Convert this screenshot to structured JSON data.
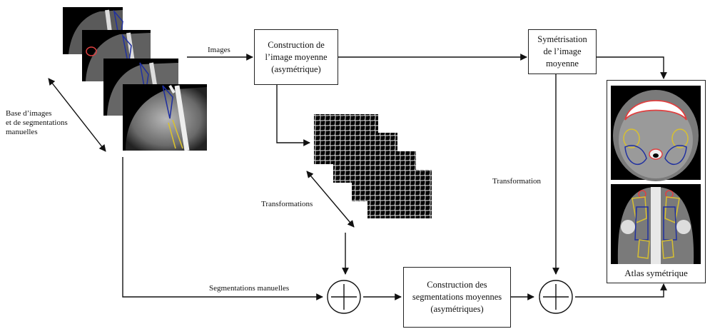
{
  "diagram": {
    "labels": {
      "base": "Base d’images\net de segmentations\nmanuelles",
      "images": "Images",
      "transformations": "Transformations",
      "transformation": "Transformation",
      "segmentations": "Segmentations manuelles",
      "atlas": "Atlas symétrique"
    },
    "boxes": {
      "construction_image": "Construction de\nl’image moyenne\n(asymétrique)",
      "symetrisation": "Symétrisation\nde l’image\nmoyenne",
      "construction_segmentations": "Construction des\nsegmentations moyennes\n(asymétriques)"
    },
    "colors": {
      "line": "#111111",
      "ct_background": "#000000",
      "contour_red": "#e04040",
      "contour_yellow": "#d8c030",
      "contour_blue": "#2030a0"
    }
  }
}
